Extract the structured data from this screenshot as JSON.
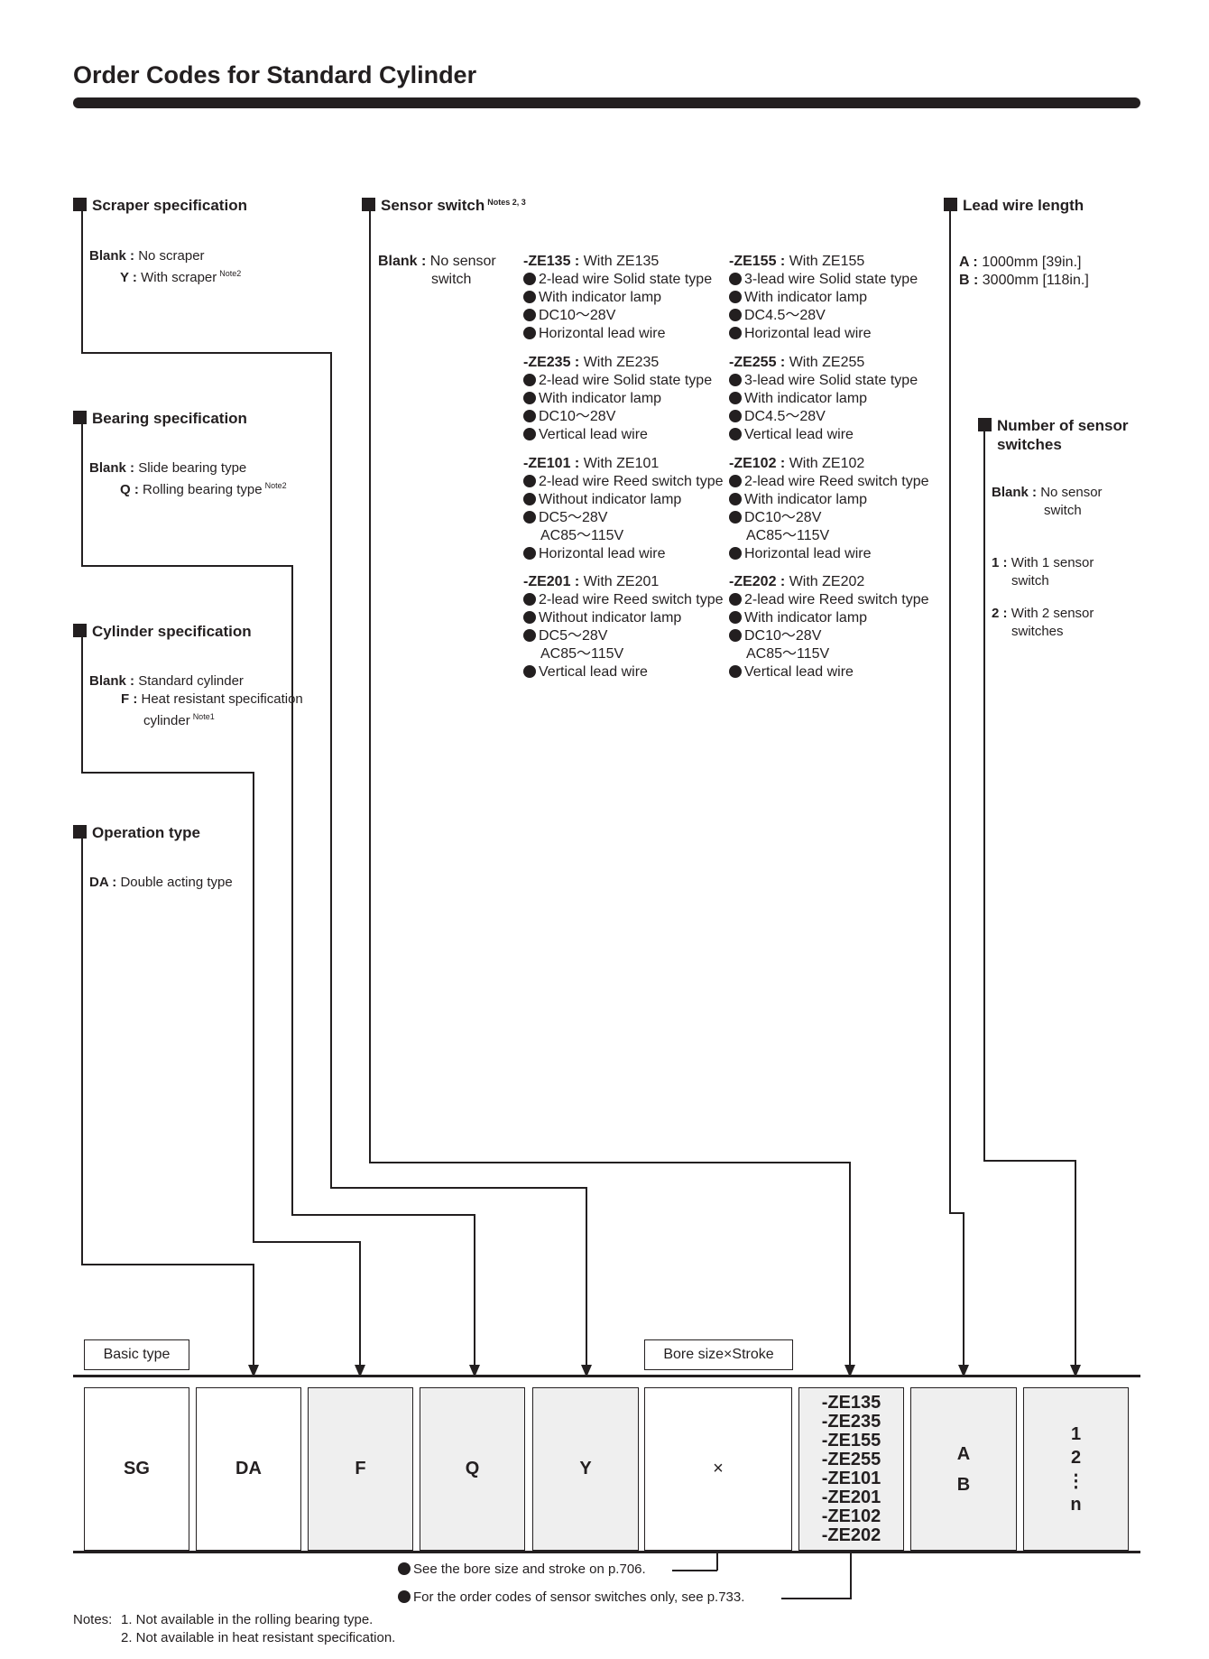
{
  "title": "Order Codes for Standard Cylinder",
  "scraper": {
    "heading": "Scraper specification",
    "opt1_code": "Blank :",
    "opt1_text": "No scraper",
    "opt2_code": "Y :",
    "opt2_text": "With scraper",
    "opt2_note": "Note2"
  },
  "bearing": {
    "heading": "Bearing specification",
    "opt1_code": "Blank :",
    "opt1_text": "Slide bearing type",
    "opt2_code": "Q :",
    "opt2_text": "Rolling bearing type",
    "opt2_note": "Note2"
  },
  "cylinder": {
    "heading": "Cylinder specification",
    "opt1_code": "Blank :",
    "opt1_text": "Standard cylinder",
    "opt2_code": "F :",
    "opt2_text": "Heat resistant specification",
    "opt2_text2": "cylinder",
    "opt2_note": "Note1"
  },
  "operation": {
    "heading": "Operation type",
    "opt1_code": "DA :",
    "opt1_text": "Double acting type"
  },
  "sensor": {
    "heading": "Sensor switch",
    "heading_note": "Notes 2, 3",
    "blank_code": "Blank :",
    "blank_text1": "No sensor",
    "blank_text2": "switch",
    "items": [
      {
        "code": "-ZE135 :",
        "name": "With ZE135",
        "lines": [
          "2-lead wire Solid state type",
          "With indicator lamp",
          "DC10～28V",
          "Horizontal lead wire"
        ]
      },
      {
        "code": "-ZE155 :",
        "name": "With ZE155",
        "lines": [
          "3-lead wire Solid state type",
          "With indicator lamp",
          "DC4.5～28V",
          "Horizontal lead wire"
        ]
      },
      {
        "code": "-ZE235 :",
        "name": "With ZE235",
        "lines": [
          "2-lead wire Solid state type",
          "With indicator lamp",
          "DC10～28V",
          "Vertical lead wire"
        ]
      },
      {
        "code": "-ZE255 :",
        "name": "With ZE255",
        "lines": [
          "3-lead wire Solid state type",
          "With indicator lamp",
          "DC4.5～28V",
          "Vertical lead wire"
        ]
      },
      {
        "code": "-ZE101 :",
        "name": "With ZE101",
        "lines": [
          "2-lead wire Reed switch type",
          "Without indicator lamp",
          "DC5～28V",
          "AC85～115V",
          "Horizontal lead wire"
        ]
      },
      {
        "code": "-ZE102 :",
        "name": "With ZE102",
        "lines": [
          "2-lead wire Reed switch type",
          "With indicator lamp",
          "DC10～28V",
          "AC85～115V",
          "Horizontal lead wire"
        ]
      },
      {
        "code": "-ZE201 :",
        "name": "With ZE201",
        "lines": [
          "2-lead wire Reed switch type",
          "Without indicator lamp",
          "DC5～28V",
          "AC85～115V",
          "Vertical lead wire"
        ]
      },
      {
        "code": "-ZE202 :",
        "name": "With ZE202",
        "lines": [
          "2-lead wire Reed switch type",
          "With indicator lamp",
          "DC10～28V",
          "AC85～115V",
          "Vertical lead wire"
        ]
      }
    ]
  },
  "leadwire": {
    "heading": "Lead wire length",
    "opt1_code": "A :",
    "opt1_text": "1000mm [39in.]",
    "opt2_code": "B :",
    "opt2_text": "3000mm [118in.]"
  },
  "numsensor": {
    "heading1": "Number of sensor",
    "heading2": "switches",
    "opt1_code": "Blank :",
    "opt1_text1": "No sensor",
    "opt1_text2": "switch",
    "opt2_code": "1 :",
    "opt2_text1": "With 1 sensor",
    "opt2_text2": "switch",
    "opt3_code": "2 :",
    "opt3_text1": "With 2 sensor",
    "opt3_text2": "switches"
  },
  "labels": {
    "basic": "Basic type",
    "bore": "Bore size×Stroke"
  },
  "code_boxes": {
    "sg": "SG",
    "da": "DA",
    "f": "F",
    "q": "Q",
    "y": "Y",
    "x": "×",
    "ze": [
      "-ZE135",
      "-ZE235",
      "-ZE155",
      "-ZE255",
      "-ZE101",
      "-ZE201",
      "-ZE102",
      "-ZE202"
    ],
    "lead": [
      "A",
      "B"
    ],
    "num": [
      "1",
      "2",
      "⋮",
      "n"
    ]
  },
  "footnotes": {
    "ref1": "See the bore size and stroke on p.706.",
    "ref2": "For the order codes of sensor switches only, see p.733.",
    "notes_label": "Notes:",
    "note1": "1.  Not available in the rolling bearing type.",
    "note2": "2.  Not available in heat resistant specification."
  }
}
